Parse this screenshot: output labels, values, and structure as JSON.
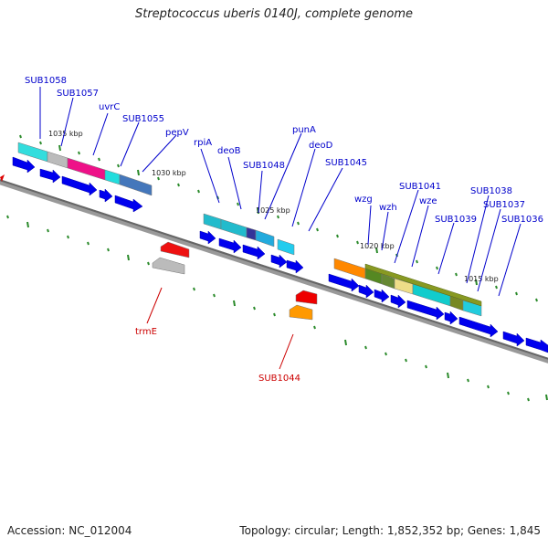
{
  "title": "Streptococcus uberis 0140J, complete genome",
  "footer": {
    "accession": "Accession: NC_012004",
    "summary": "Topology: circular; Length: 1,852,352 bp; Genes: 1,845"
  },
  "colors": {
    "backbone": "#777777",
    "forward_arrow": "#0000ee",
    "label_forward": "#0000cc",
    "label_reverse": "#cc0000",
    "tick": "#2a8a2a"
  },
  "scale_labels": [
    "1035 kbp",
    "1030 kbp",
    "1025 kbp",
    "1020 kbp",
    "1015 kbp"
  ],
  "forward_gene_labels": [
    "SUB1058",
    "SUB1057",
    "uvrC",
    "SUB1055",
    "pepV",
    "rpiA",
    "deoB",
    "SUB1048",
    "punA",
    "deoD",
    "SUB1045",
    "wzg",
    "wzh",
    "SUB1041",
    "wze",
    "SUB1039",
    "SUB1038",
    "SUB1037",
    "SUB1036"
  ],
  "reverse_gene_labels": [
    "trmE",
    "SUB1044"
  ]
}
